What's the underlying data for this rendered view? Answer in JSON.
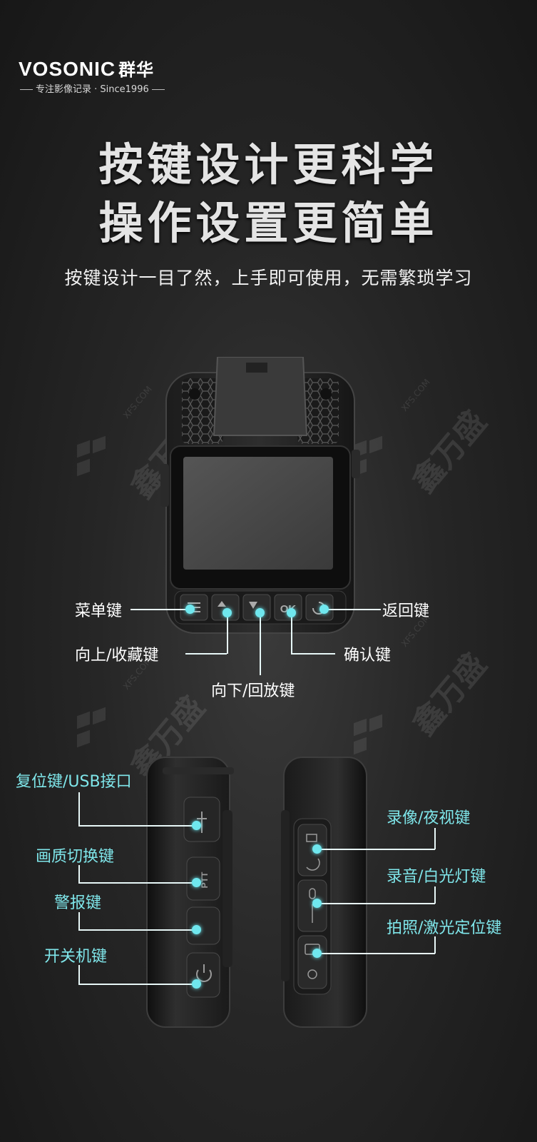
{
  "brand": {
    "name": "VOSONIC",
    "name_cn": "群华",
    "tagline": "专注影像记录 · Since1996"
  },
  "headline": {
    "line1": "按键设计更科学",
    "line2": "操作设置更简单"
  },
  "subtitle": "按键设计一目了然，上手即可使用，无需繁琐学习",
  "front_labels": {
    "menu": "菜单键",
    "back": "返回键",
    "up_fav": "向上/收藏键",
    "confirm": "确认键",
    "down_play": "向下/回放键"
  },
  "left_side_labels": {
    "reset_usb": "复位键/USB接口",
    "quality": "画质切换键",
    "alarm": "警报键",
    "power": "开关机键"
  },
  "right_side_labels": {
    "record_night": "录像/夜视键",
    "audio_light": "录音/白光灯键",
    "photo_laser": "拍照/激光定位键"
  },
  "button_glyphs": {
    "ok": "OK",
    "ptt": "PTT"
  },
  "watermark": {
    "text": "鑫万盛",
    "text_latin": "XFS.COM"
  },
  "colors": {
    "accent": "#6fe7ee",
    "label_cyan": "#7fe6ea",
    "background": "#222222"
  },
  "icons": [
    "menu-icon",
    "up-star-icon",
    "down-play-icon",
    "back-arrow-icon",
    "usb-icon",
    "power-icon",
    "camera-icon",
    "microphone-icon",
    "video-icon"
  ]
}
